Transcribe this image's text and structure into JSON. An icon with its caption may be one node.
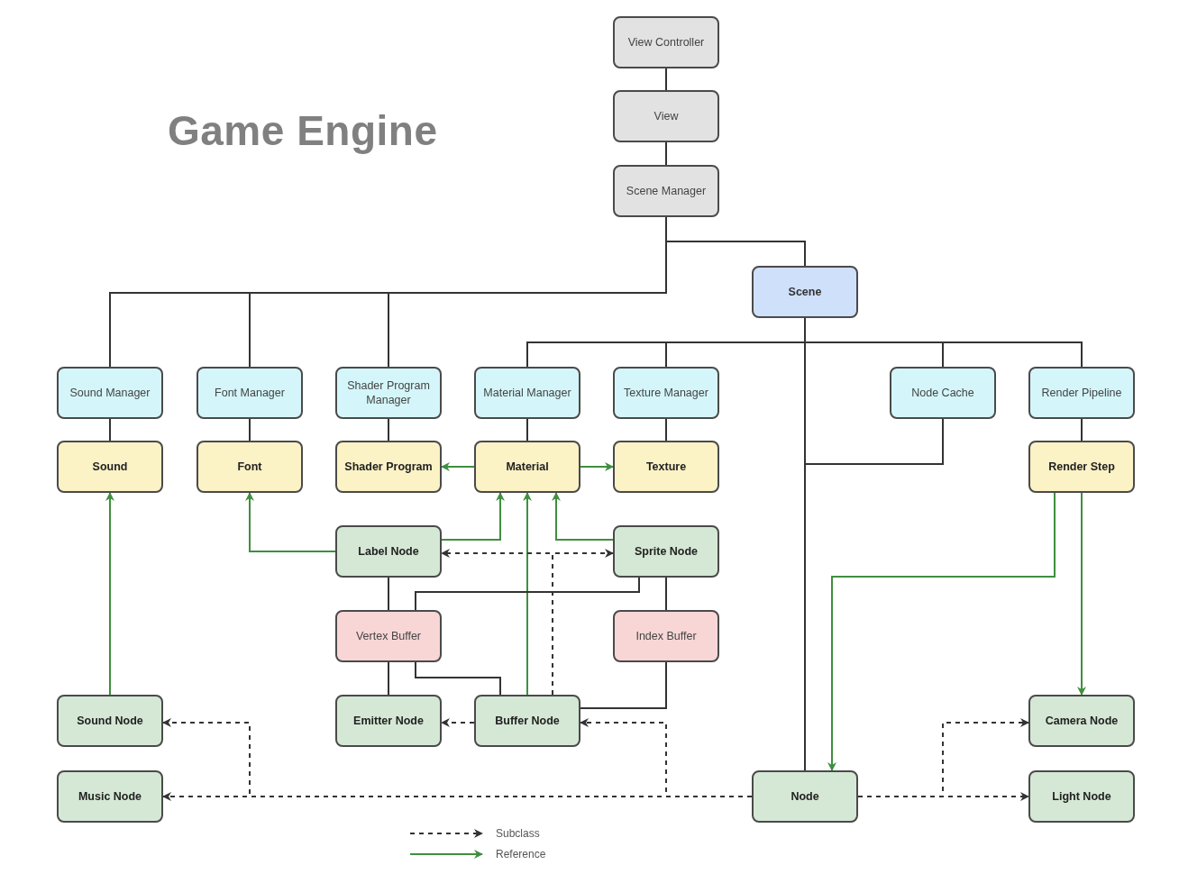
{
  "diagram": {
    "title": "Game Engine",
    "nodes": [
      {
        "text": [
          "View Controller"
        ]
      },
      {
        "text": [
          "View"
        ]
      },
      {
        "text": [
          "Scene Manager"
        ]
      },
      {
        "text": [
          "Scene"
        ]
      },
      {
        "text": [
          "Sound Manager"
        ]
      },
      {
        "text": [
          "Font Manager"
        ]
      },
      {
        "text": [
          "Shader Program Manager"
        ]
      },
      {
        "text": [
          "Material Manager"
        ]
      },
      {
        "text": [
          "Texture Manager"
        ]
      },
      {
        "text": [
          "Node Cache"
        ]
      },
      {
        "text": [
          "Render Pipeline"
        ]
      },
      {
        "text": [
          "Sound"
        ]
      },
      {
        "text": [
          "Font"
        ]
      },
      {
        "text": [
          "Shader Program"
        ]
      },
      {
        "text": [
          "Material"
        ]
      },
      {
        "text": [
          "Texture"
        ]
      },
      {
        "text": [
          "Render Step"
        ]
      },
      {
        "text": [
          "Label Node"
        ]
      },
      {
        "text": [
          "Sprite Node"
        ]
      },
      {
        "text": [
          "Vertex Buffer"
        ]
      },
      {
        "text": [
          "Index Buffer"
        ]
      },
      {
        "text": [
          "Sound Node"
        ]
      },
      {
        "text": [
          "Emitter Node"
        ]
      },
      {
        "text": [
          "Buffer Node"
        ]
      },
      {
        "text": [
          "Camera Node"
        ]
      },
      {
        "text": [
          "Music Node"
        ]
      },
      {
        "text": [
          "Node"
        ]
      },
      {
        "text": [
          "Light Node"
        ]
      }
    ],
    "edges": [
      {
        "from": 0,
        "to": 1,
        "arrow": "none"
      },
      {
        "from": 1,
        "to": 2,
        "arrow": "none"
      },
      {
        "from": 2,
        "to": 3,
        "arrow": "none"
      },
      {
        "from": 2,
        "to": 4,
        "arrow": "none"
      },
      {
        "from": 2,
        "to": 5,
        "arrow": "none"
      },
      {
        "from": 2,
        "to": 6,
        "arrow": "none"
      },
      {
        "from": 3,
        "to": 7,
        "arrow": "none"
      },
      {
        "from": 3,
        "to": 8,
        "arrow": "none"
      },
      {
        "from": 3,
        "to": 9,
        "arrow": "none"
      },
      {
        "from": 3,
        "to": 10,
        "arrow": "none"
      },
      {
        "from": 3,
        "to": 26,
        "arrow": "none"
      },
      {
        "from": 9,
        "to": 26,
        "arrow": "none"
      },
      {
        "from": 4,
        "to": 11,
        "arrow": "none"
      },
      {
        "from": 5,
        "to": 12,
        "arrow": "none"
      },
      {
        "from": 6,
        "to": 13,
        "arrow": "none"
      },
      {
        "from": 7,
        "to": 14,
        "arrow": "none"
      },
      {
        "from": 8,
        "to": 15,
        "arrow": "none"
      },
      {
        "from": 10,
        "to": 16,
        "arrow": "none"
      },
      {
        "from": 14,
        "to": 13,
        "arrow": "to",
        "color": "#3f8f3f"
      },
      {
        "from": 14,
        "to": 15,
        "arrow": "to",
        "color": "#3f8f3f"
      },
      {
        "from": 21,
        "to": 11,
        "arrow": "to",
        "color": "#3f8f3f"
      },
      {
        "from": 17,
        "to": 12,
        "arrow": "to",
        "color": "#3f8f3f"
      },
      {
        "from": 17,
        "to": 14,
        "arrow": "to",
        "color": "#3f8f3f"
      },
      {
        "from": 23,
        "to": 14,
        "arrow": "to",
        "color": "#3f8f3f"
      },
      {
        "from": 18,
        "to": 14,
        "arrow": "to",
        "color": "#3f8f3f"
      },
      {
        "from": 16,
        "to": 26,
        "arrow": "to",
        "color": "#3f8f3f"
      },
      {
        "from": 16,
        "to": 24,
        "arrow": "to",
        "color": "#3f8f3f"
      },
      {
        "from": 17,
        "to": 19,
        "arrow": "none"
      },
      {
        "from": 19,
        "to": 22,
        "arrow": "none"
      },
      {
        "from": 18,
        "to": 19,
        "arrow": "none"
      },
      {
        "from": 18,
        "to": 20,
        "arrow": "none"
      },
      {
        "from": 19,
        "to": 23,
        "arrow": "none"
      },
      {
        "from": 20,
        "to": 23,
        "arrow": "none"
      },
      {
        "from": 26,
        "to": 25,
        "arrow": "to",
        "style": "dashed"
      },
      {
        "from": 26,
        "to": 21,
        "arrow": "to",
        "style": "dashed"
      },
      {
        "from": 26,
        "to": 23,
        "arrow": "to",
        "style": "dashed"
      },
      {
        "from": 23,
        "to": 22,
        "arrow": "to",
        "style": "dashed"
      },
      {
        "from": 23,
        "to": 17,
        "arrow": "to",
        "style": "dashed"
      },
      {
        "from": 23,
        "to": 18,
        "arrow": "to",
        "style": "dashed"
      },
      {
        "from": 26,
        "to": 24,
        "arrow": "to",
        "style": "dashed"
      },
      {
        "from": 26,
        "to": 27,
        "arrow": "to",
        "style": "dashed"
      }
    ],
    "legend": [
      {
        "text": "Subclass"
      },
      {
        "text": "Reference"
      }
    ]
  }
}
